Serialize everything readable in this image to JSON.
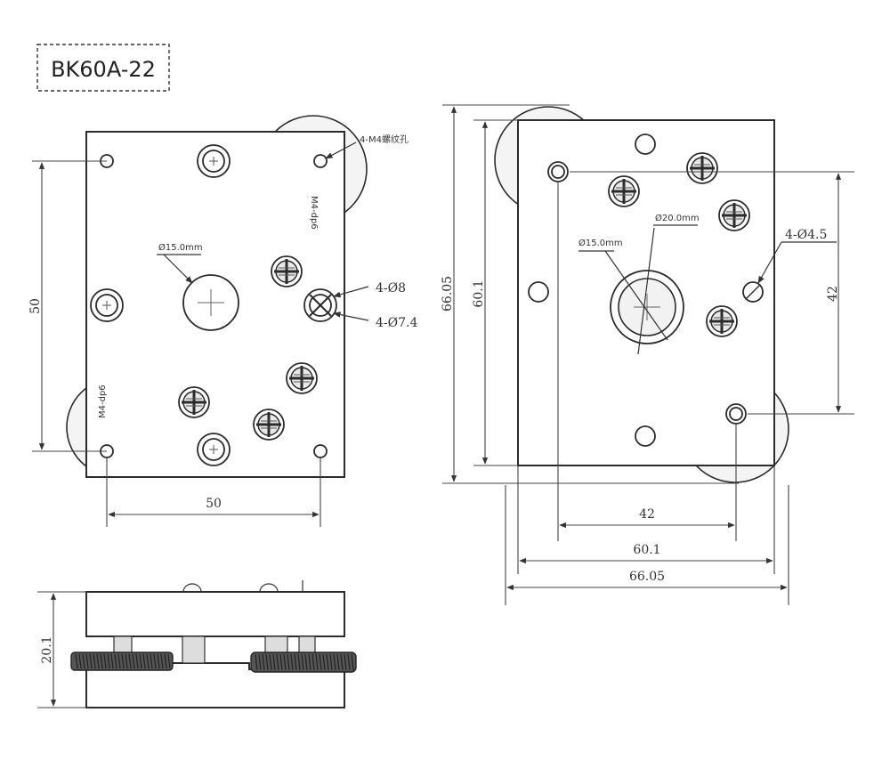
{
  "title": "BK60A-22",
  "front_view": {
    "thread_callout": "4-M4螺纹孔",
    "bore_label": "Ø15.0mm",
    "hole_callout_1": "4-Ø8",
    "hole_callout_2": "4-Ø7.4",
    "dim_vertical": "50",
    "dim_horizontal": "50",
    "engraving_1": "M4-dp6",
    "engraving_2": "M4-dp6"
  },
  "rear_view": {
    "bore_label_inner": "Ø15.0mm",
    "bore_label_outer": "Ø20.0mm",
    "hole_callout": "4-Ø4.5",
    "dim_height_outer": "66.05",
    "dim_height_inner": "60.1",
    "dim_vertical_holes": "42",
    "dim_horizontal_holes": "42",
    "dim_width_inner": "60.1",
    "dim_width_outer": "66.05"
  },
  "side_view": {
    "dim_thickness": "20.1"
  }
}
